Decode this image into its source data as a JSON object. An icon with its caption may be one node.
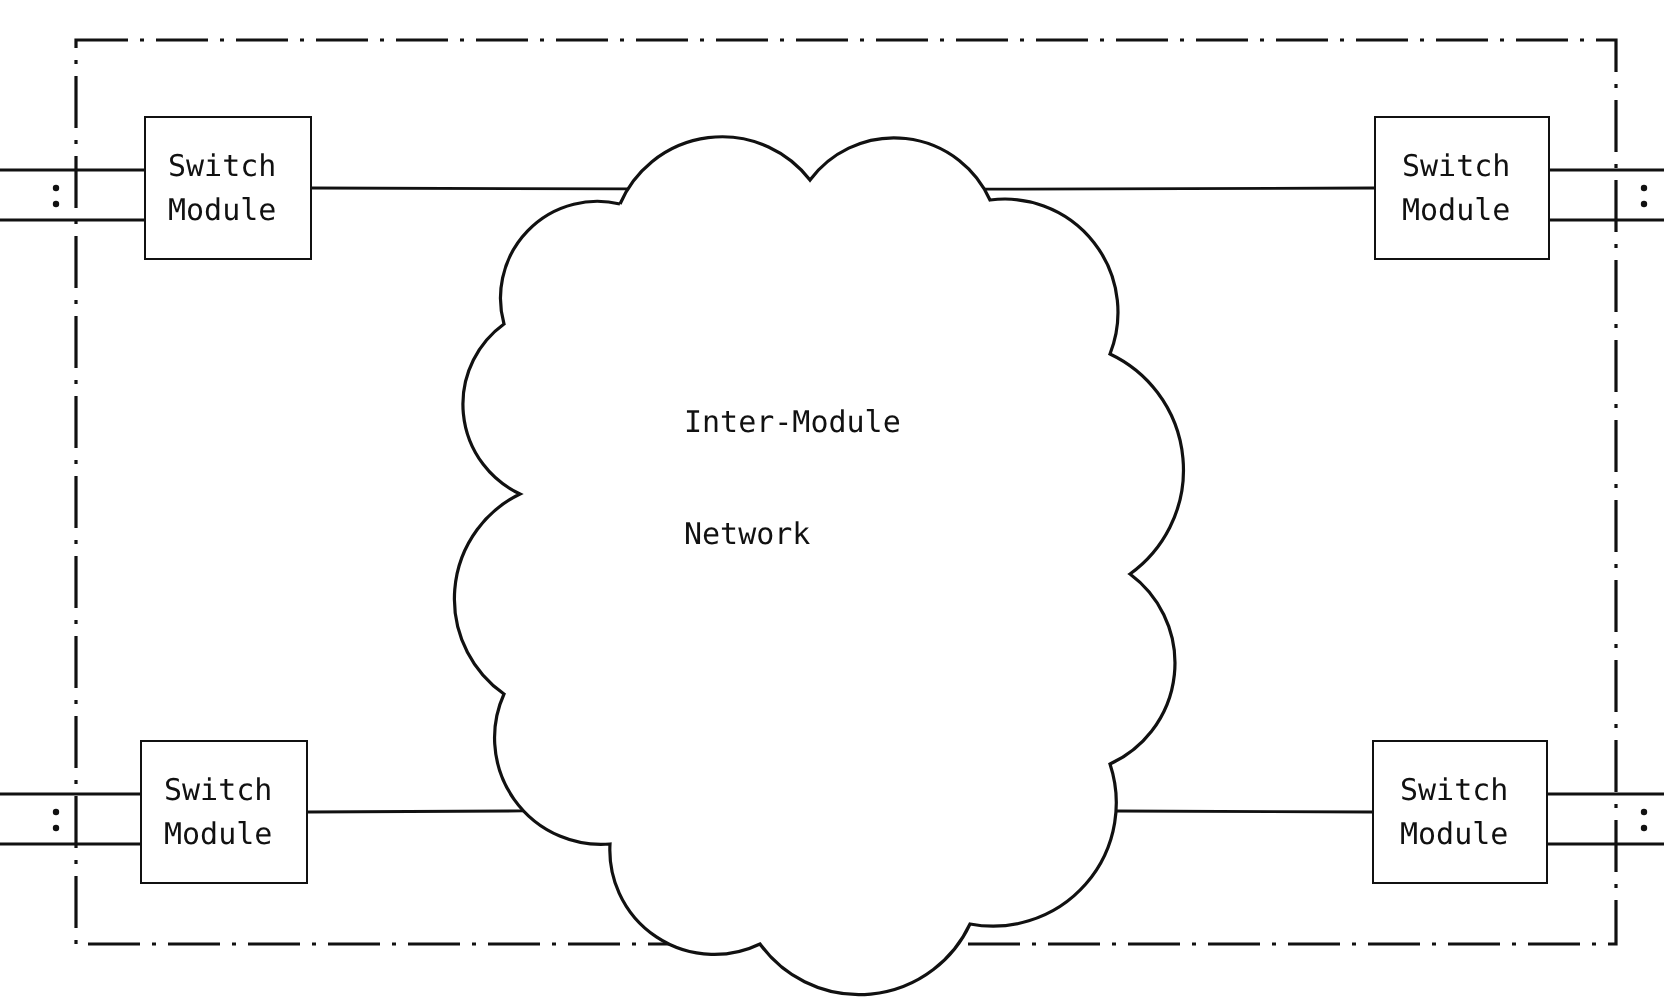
{
  "diagram": {
    "nodes": [
      {
        "text": [
          "Switch Module"
        ]
      },
      {
        "text": [
          "Switch Module"
        ]
      },
      {
        "text": [
          "Inter-Module",
          "Network"
        ]
      },
      {
        "text": [
          "Switch Module"
        ]
      },
      {
        "text": [
          "Switch Module"
        ]
      }
    ],
    "edges": [
      {
        "from": 0,
        "to": 2,
        "arrow": "none"
      },
      {
        "from": 1,
        "to": 2,
        "arrow": "none"
      },
      {
        "from": 3,
        "to": 2,
        "arrow": "none"
      },
      {
        "from": 4,
        "to": 2,
        "arrow": "none"
      },
      {
        "from": null,
        "to": 0,
        "arrow": "none"
      },
      {
        "from": null,
        "to": 0,
        "arrow": "none"
      },
      {
        "from": null,
        "to": 1,
        "arrow": "none"
      },
      {
        "from": null,
        "to": 1,
        "arrow": "none"
      },
      {
        "from": null,
        "to": 3,
        "arrow": "none"
      },
      {
        "from": null,
        "to": 3,
        "arrow": "none"
      },
      {
        "from": null,
        "to": 4,
        "arrow": "none"
      },
      {
        "from": null,
        "to": 4,
        "arrow": "none"
      }
    ]
  }
}
